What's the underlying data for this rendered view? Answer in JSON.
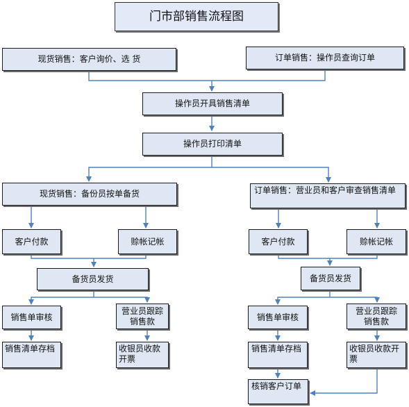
{
  "title": "门市部销售流程图",
  "nodes": {
    "spot_sale_inquiry": "现货销售：客户询价、选 货",
    "order_sale_query": "订单销售：操作员查询订单",
    "issue_sales_list": "操作员开具销售清单",
    "print_list": "操作员打印清单",
    "spot_prepare": "现货销售：备份员按单备货",
    "order_review": "订单销售：营业员和客户审查销售清单",
    "left_customer_pay": "客户付款",
    "left_credit": "赊帐记帐",
    "right_customer_pay": "客户付款",
    "right_credit": "赊帐记帐",
    "left_ship": "备货员发货",
    "right_ship": "备货员发货",
    "left_audit": "销售单审核",
    "left_track": "营业员跟踪销售款",
    "right_audit": "销售单审核",
    "right_track": "营业员跟踪销售款",
    "left_archive": "销售清单存档",
    "left_cashier": "收银员收款开票",
    "right_archive": "销售清单存档",
    "right_cashier": "收银员收款开票",
    "verify_order": "核销客户订单"
  },
  "colors": {
    "box_fill": "#dfe7f4",
    "connector": "#4f81bd",
    "border": "#1a1a1a"
  }
}
